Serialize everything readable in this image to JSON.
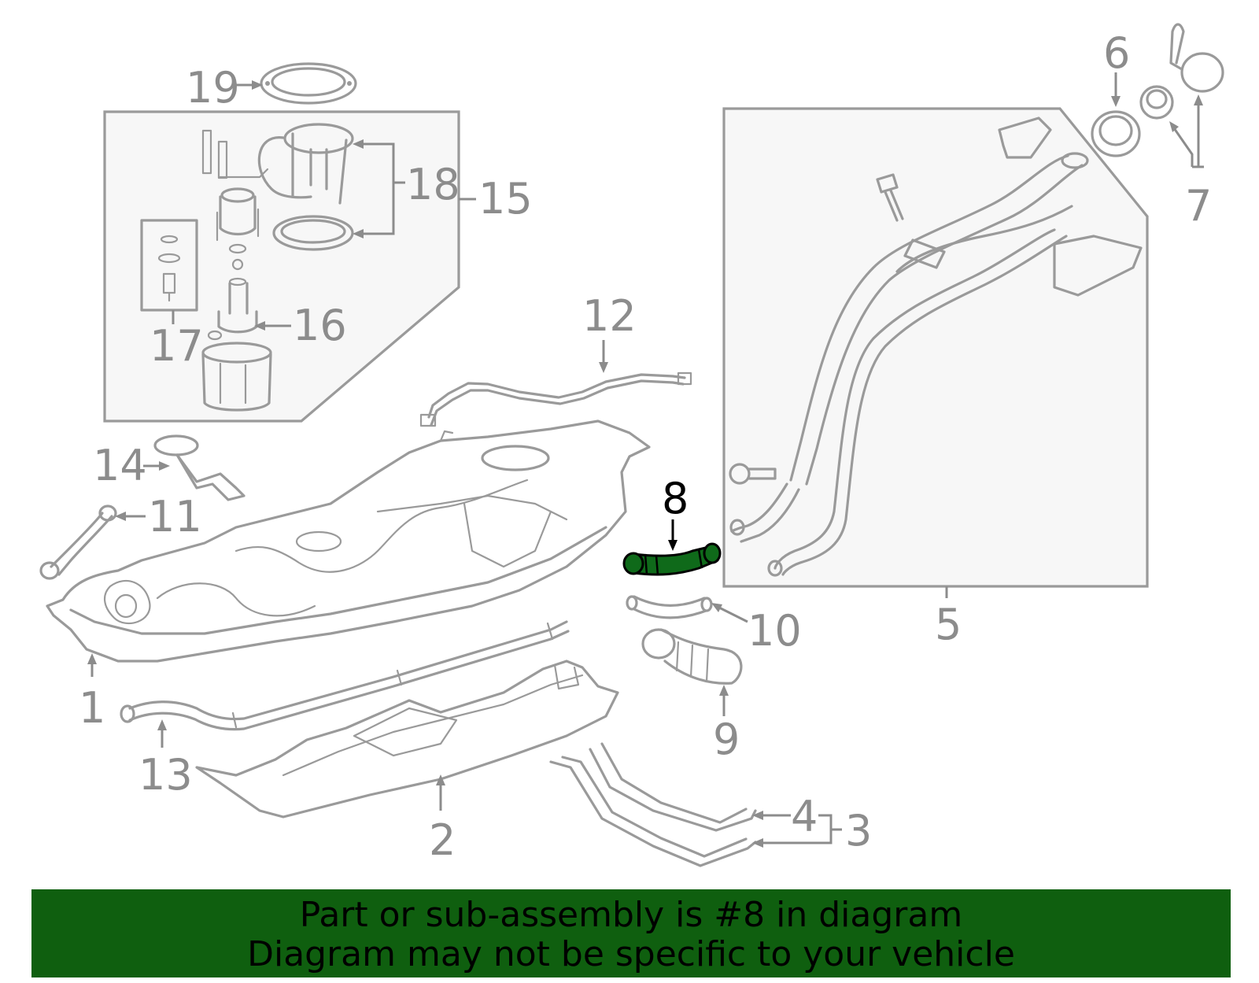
{
  "colors": {
    "banner_background": "#0f5f0f",
    "highlight_part": "#0f6a1a",
    "part_stroke": "#9a9a9a",
    "label_text": "#8c8c8c",
    "highlight_label": "#000000"
  },
  "callouts": {
    "c1": "1",
    "c2": "2",
    "c3": "3",
    "c4": "4",
    "c5": "5",
    "c6": "6",
    "c7": "7",
    "c8": "8",
    "c9": "9",
    "c10": "10",
    "c11": "11",
    "c12": "12",
    "c13": "13",
    "c14": "14",
    "c15": "15",
    "c16": "16",
    "c17": "17",
    "c18": "18",
    "c19": "19"
  },
  "banner": {
    "line1": "Part or sub-assembly is #8 in diagram",
    "line2": "Diagram may not be specific to your vehicle"
  }
}
